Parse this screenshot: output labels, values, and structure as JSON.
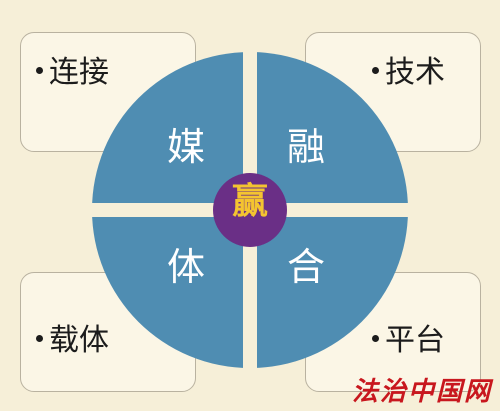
{
  "corners": {
    "top_left": "连接",
    "top_right": "技术",
    "bottom_left": "载体",
    "bottom_right": "平台"
  },
  "quadrants": {
    "top_left": "媒",
    "top_right": "融",
    "bottom_left": "体",
    "bottom_right": "合"
  },
  "center": "赢",
  "watermark": "法治中国网",
  "colors": {
    "background": "#f6efd8",
    "circle": "#4f8db2",
    "center_circle": "#6a2f86",
    "center_text": "#f4c430",
    "watermark": "#c8171e"
  }
}
